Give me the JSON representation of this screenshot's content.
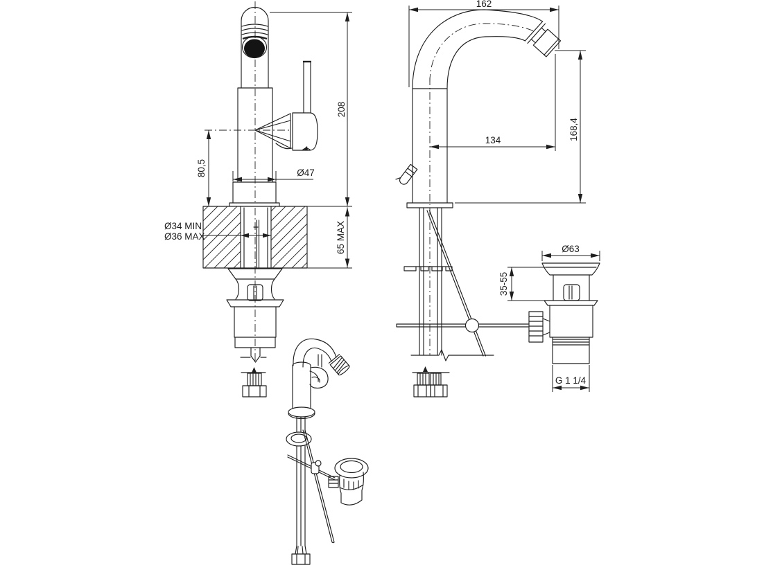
{
  "page": {
    "background_color": "#ffffff",
    "line_color": "#1f1f1f",
    "aerator_fill_color": "#141414"
  },
  "front_view": {
    "dim_total_height": "208",
    "dim_spout_center_height": "80,5",
    "dim_base_diameter": "Ø47",
    "dim_mounting_hole_min": "Ø34 MIN",
    "dim_mounting_hole_max": "Ø36 MAX",
    "dim_deck_thickness_max": "65 MAX"
  },
  "side_view": {
    "dim_overall_depth": "162",
    "dim_spout_reach": "134",
    "dim_spout_outlet_height": "168,4"
  },
  "drain_detail": {
    "dim_waste_flange_diameter": "Ø63",
    "dim_height_adjust_range": "35-55",
    "dim_thread_size": "G 1 1/4"
  }
}
